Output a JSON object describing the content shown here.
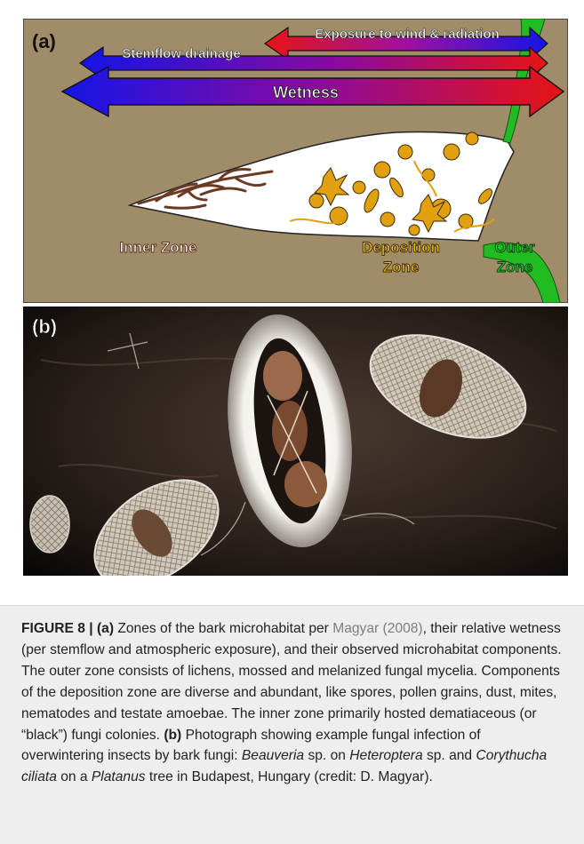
{
  "panel_a": {
    "label": "(a)",
    "arrows": {
      "exposure": "Exposure to wind & radiation",
      "stemflow": "Stemflow drainage",
      "wetness": "Wetness"
    },
    "zones": {
      "inner": "Inner Zone",
      "deposition_line1": "Deposition",
      "deposition_line2": "Zone",
      "outer_line1": "Outer",
      "outer_line2": "Zone"
    },
    "colors": {
      "bark": "#a08c69",
      "wet": "#1414e6",
      "dry": "#e61414",
      "lichen": "#22bb22",
      "deposit": "#e0a010",
      "fungi": "#6b3a22"
    }
  },
  "panel_b": {
    "label": "(b)"
  },
  "caption": {
    "figure_label": "FIGURE 8 |",
    "part_a": "(a)",
    "text1": " Zones of the bark microhabitat per ",
    "citation": "Magyar (2008)",
    "text2": ", their relative wetness (per stemflow and atmospheric exposure), and their observed microhabitat components. The outer zone consists of lichens, mossed and melanized fungal mycelia. Components of the deposition zone are diverse and abundant, like spores, pollen grains, dust, mites, nematodes and testate amoebae. The inner zone primarily hosted dematiaceous (or “black”) fungi colonies. ",
    "part_b": "(b)",
    "text3": " Photograph showing example fungal infection of overwintering insects by bark fungi: ",
    "genus1": "Beauveria",
    "text4": " sp. on ",
    "genus2": "Heteroptera",
    "text5": " sp. and ",
    "genus3": "Corythucha ciliata",
    "text6": " on a ",
    "genus4": "Platanus",
    "text7": " tree in Budapest, Hungary (credit: D. Magyar)."
  }
}
